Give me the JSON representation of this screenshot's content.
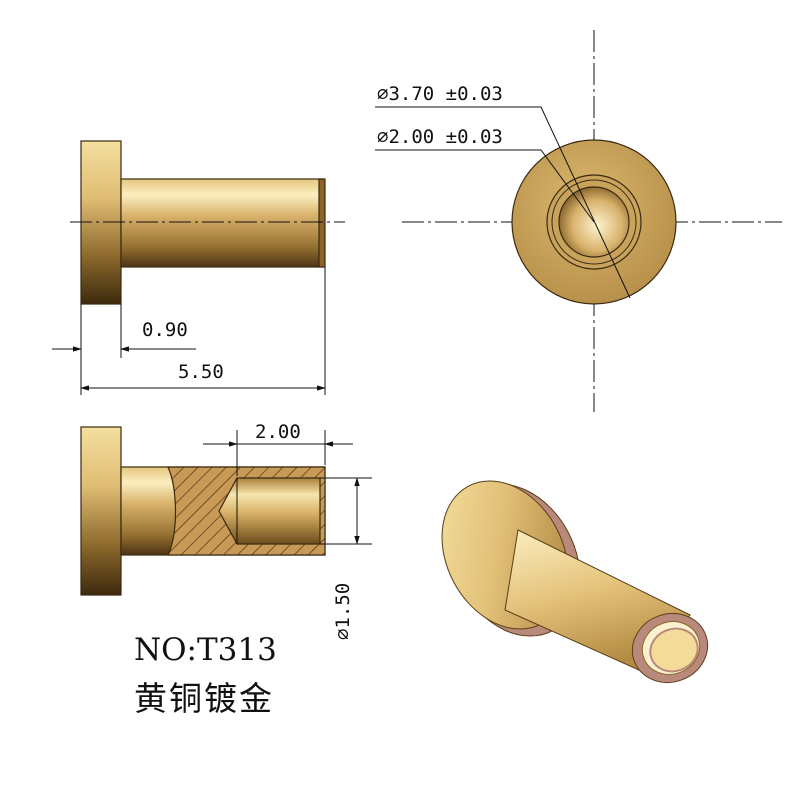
{
  "part": {
    "number_label": "NO:T313",
    "material_label": "黄铜镀金"
  },
  "dimensions": {
    "flange_thickness": "0.90",
    "overall_length": "5.50",
    "outer_diameter": "∅3.70 ±0.03",
    "inner_diameter": "∅2.00 ±0.03",
    "bore_depth": "2.00",
    "bore_diameter": "∅1.50"
  },
  "colors": {
    "brass_light": "#f3dc9a",
    "brass_mid": "#d6b06a",
    "brass_dark": "#5a3e17",
    "copper_face": "#b98a7c",
    "hatch": "#4a3514"
  }
}
